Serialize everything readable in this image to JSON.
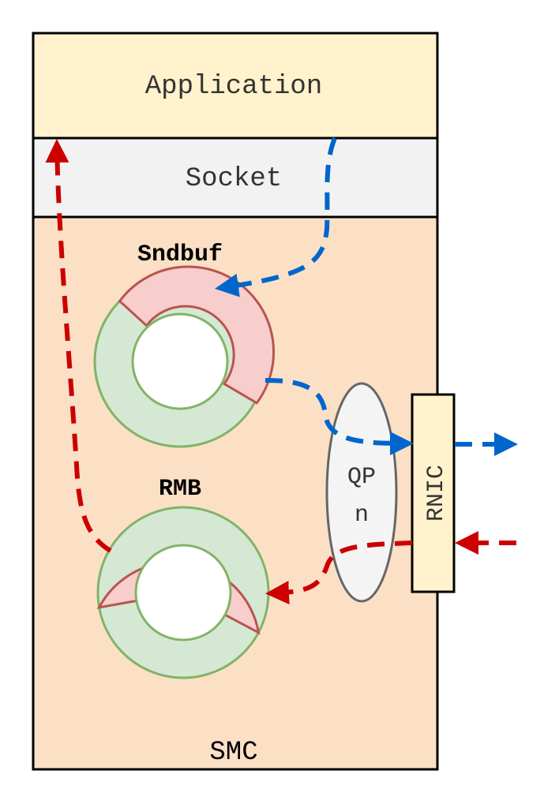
{
  "labels": {
    "application": "Application",
    "socket": "Socket",
    "sndbuf": "Sndbuf",
    "rmb": "RMB",
    "qp_line1": "QP",
    "qp_line2": "n",
    "rnic": "RNIC",
    "smc": "SMC"
  },
  "colors": {
    "application_fill": "#fff2cc",
    "socket_fill": "#f2f2f2",
    "smc_fill": "#fbe0c6",
    "ring_used_fill": "#f8cecc",
    "ring_used_stroke": "#b85450",
    "ring_free_fill": "#d5e8d4",
    "ring_free_stroke": "#82b366",
    "qp_fill": "#f4f4f4",
    "rnic_fill": "#fff2cc",
    "send_flow": "#0066cc",
    "receive_flow": "#cc0000"
  }
}
